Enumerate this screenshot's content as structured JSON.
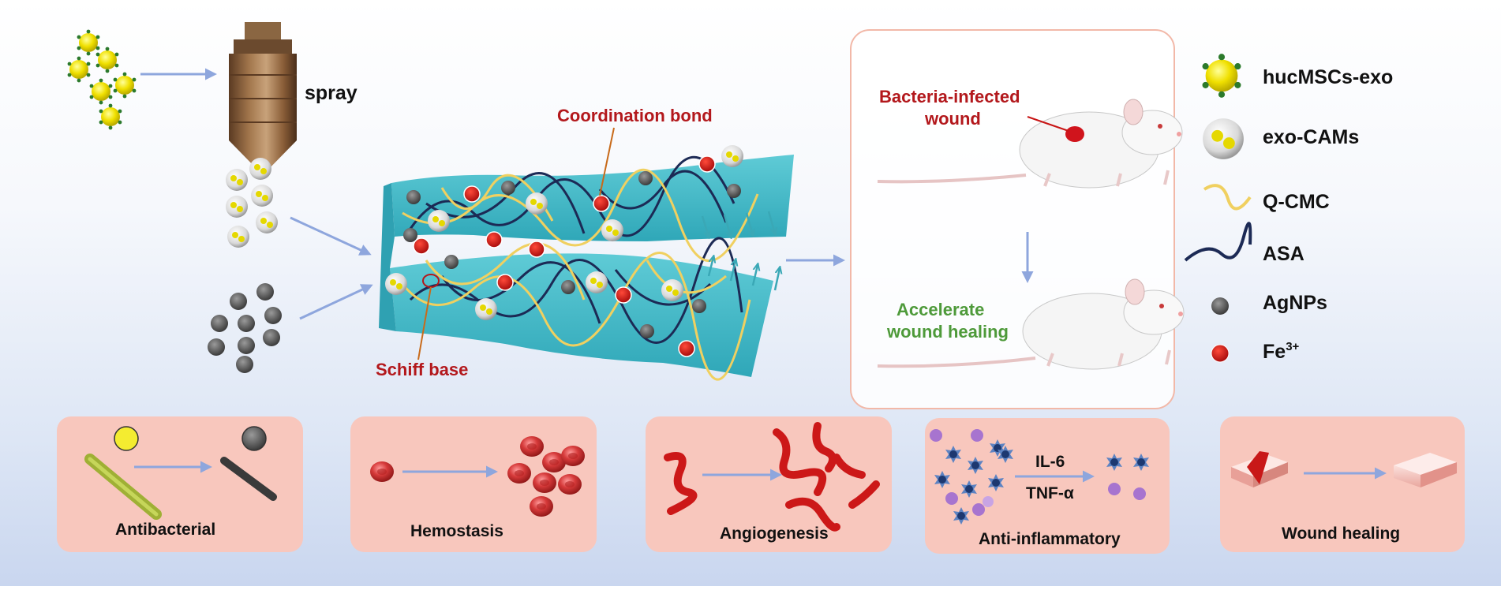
{
  "spray": {
    "label": "spray"
  },
  "hydrogel": {
    "coordination_label": "Coordination bond",
    "schiff_label": "Schiff base"
  },
  "mouse_panel": {
    "infected_label_1": "Bacteria-infected",
    "infected_label_2": "wound",
    "healing_label_1": "Accelerate",
    "healing_label_2": "wound healing"
  },
  "legend": {
    "items": [
      {
        "icon": "exosome-icon",
        "label": "hucMSCs-exo"
      },
      {
        "icon": "capsule-icon",
        "label": "exo-CAMs"
      },
      {
        "icon": "yellow-strand-icon",
        "label": "Q-CMC"
      },
      {
        "icon": "navy-strand-icon",
        "label": "ASA"
      },
      {
        "icon": "gray-dot-icon",
        "label": "AgNPs"
      },
      {
        "icon": "red-dot-icon",
        "label": "Fe"
      }
    ],
    "fe_superscript": "3+"
  },
  "cards": [
    {
      "label": "Antibacterial"
    },
    {
      "label": "Hemostasis"
    },
    {
      "label": "Angiogenesis"
    },
    {
      "label": "Anti-inflammatory",
      "cytokine_1": "IL-6",
      "cytokine_2": "TNF-α"
    },
    {
      "label": "Wound healing"
    }
  ],
  "colors": {
    "card_fill": "#f8c7bd",
    "arrow": "#8ea6dd",
    "gel": "#3fb5c4",
    "red_text": "#b3181c",
    "green_text": "#4e9a3a",
    "asa": "#1c2a55",
    "qcmc": "#f0d060"
  }
}
